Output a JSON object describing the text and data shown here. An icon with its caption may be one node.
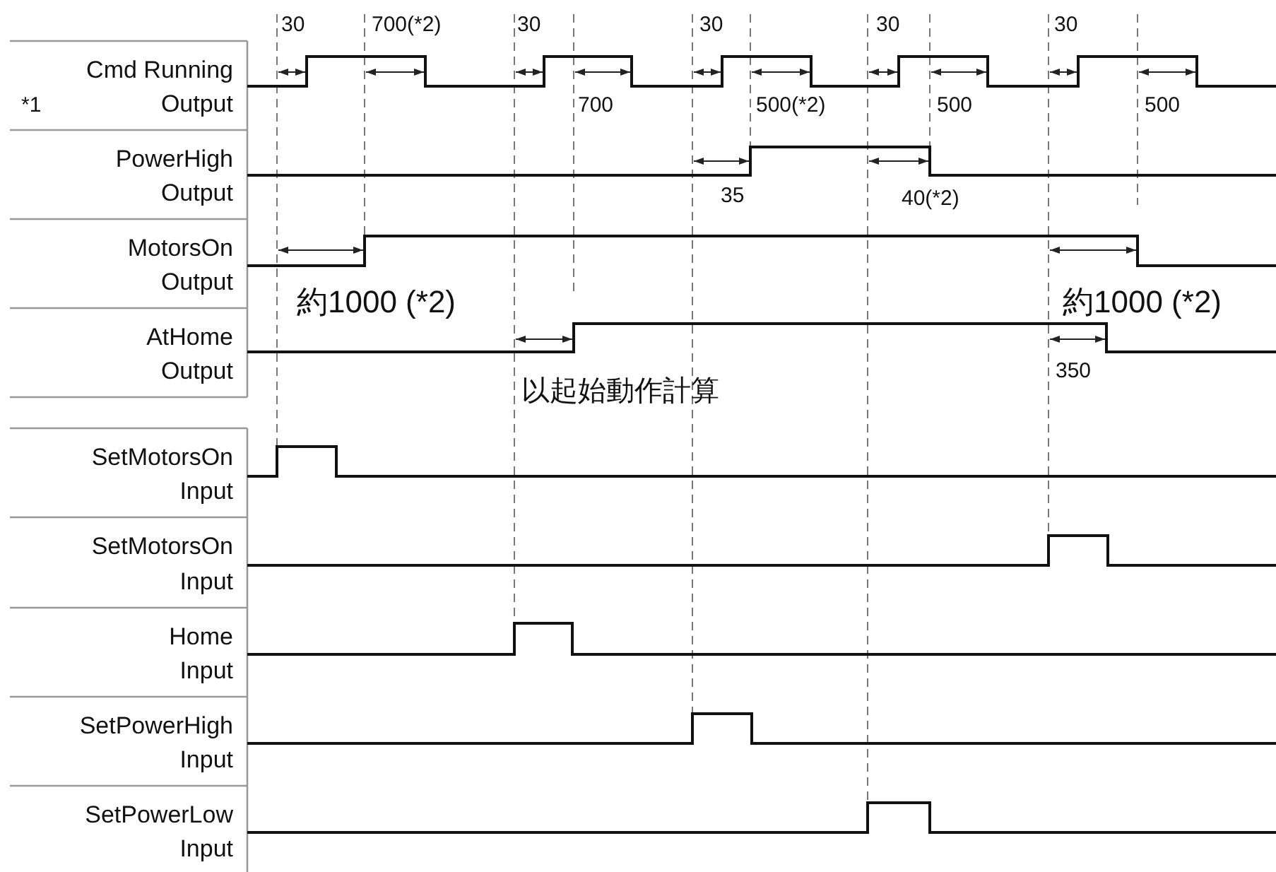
{
  "diagram": {
    "labels": [
      "30",
      "700(*2)",
      "30",
      "30",
      "30",
      "30",
      "Cmd Running",
      "*1",
      "Output",
      "700",
      "500(*2)",
      "500",
      "500",
      "PowerHigh",
      "Output",
      "35",
      "40(*2)",
      "MotorsOn",
      "Output",
      "約1000 (*2)",
      "約1000 (*2)",
      "AtHome",
      "Output",
      "350",
      "以起始動作計算",
      "SetMotorsOn",
      "Input",
      "SetMotorsOn",
      "Input",
      "Home",
      "Input",
      "SetPowerHigh",
      "Input",
      "SetPowerLow",
      "Input"
    ]
  }
}
